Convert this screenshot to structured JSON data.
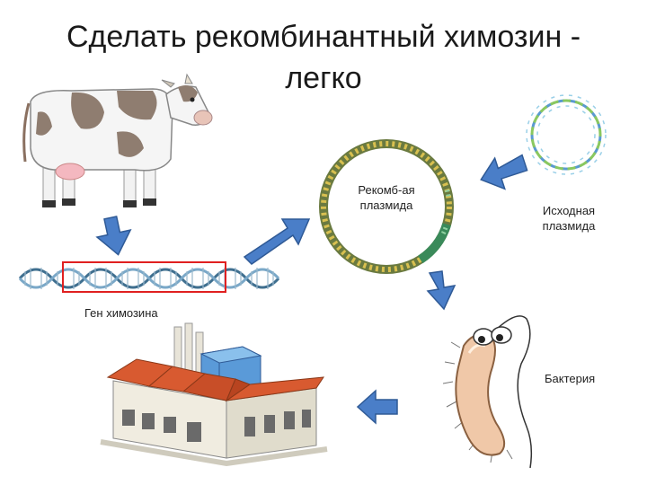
{
  "slide": {
    "title_line1": "Сделать рекомбинантный химозин -",
    "title_line2": "легко"
  },
  "labels": {
    "recombinant_plasmid": [
      "Рекомб-ая",
      "плазмида"
    ],
    "original_plasmid": [
      "Исходная",
      "плазмида"
    ],
    "chymosin_gene": "Ген химозина",
    "bacterium": "Бактерия"
  },
  "colors": {
    "arrow": "#4a7ec8",
    "gene_box": "#e02020",
    "dna": "#5a8fb0",
    "bacterium_body": "#f0c8a8",
    "factory_roof": "#d85a30",
    "factory_tank": "#5a9ad8"
  }
}
